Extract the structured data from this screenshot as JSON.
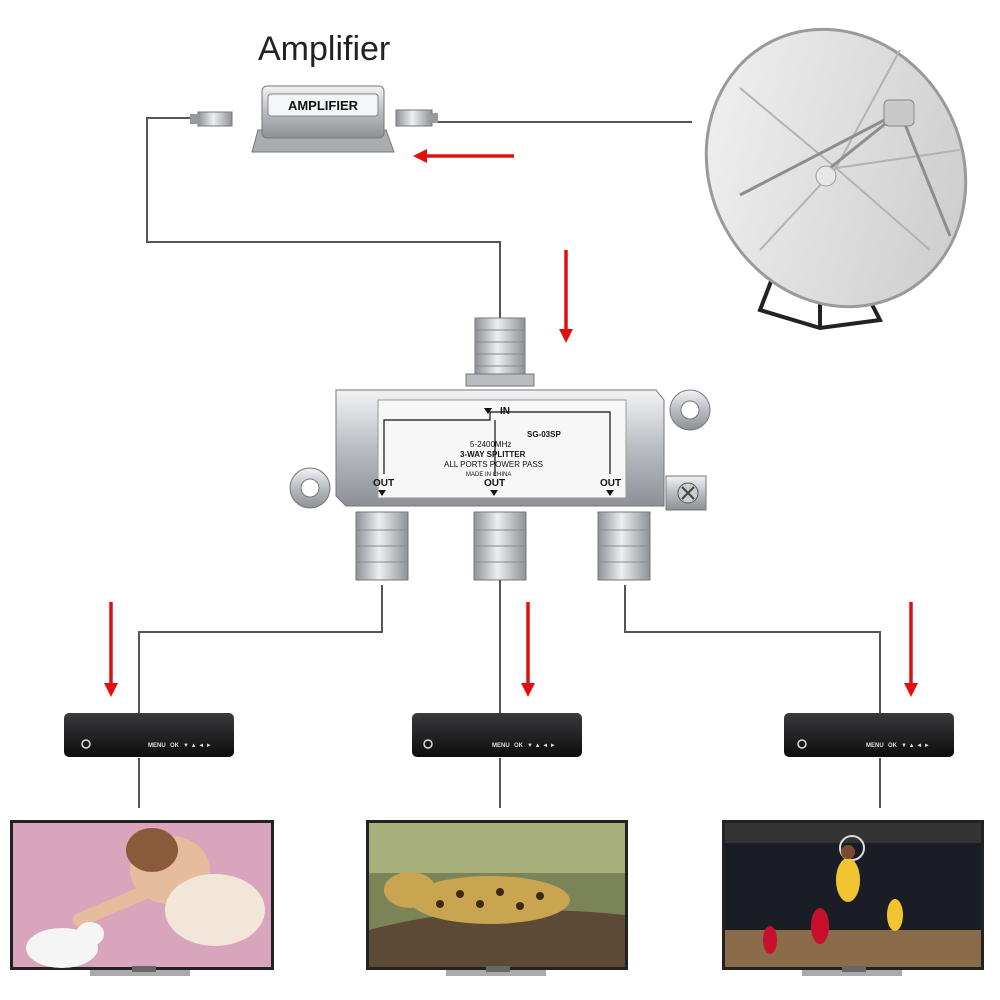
{
  "title": "Amplifier",
  "amplifier": {
    "label": "AMPLIFIER"
  },
  "splitter": {
    "input_label": "IN",
    "model": "SG-03SP",
    "frequency": "5-2400MHz",
    "type": "3-WAY SPLITTER",
    "power": "ALL PORTS  POWER PASS",
    "origin": "MADE IN CHINA",
    "output_label": "OUT"
  },
  "receiver": {
    "menu_label": "MENU",
    "ok_label": "OK"
  },
  "colors": {
    "arrow": "#e01010",
    "cable": "#555555",
    "metal": "#c9ccd0"
  },
  "tv_screens": [
    "baby-with-rabbit",
    "leopard-on-tree",
    "basketball-game"
  ]
}
